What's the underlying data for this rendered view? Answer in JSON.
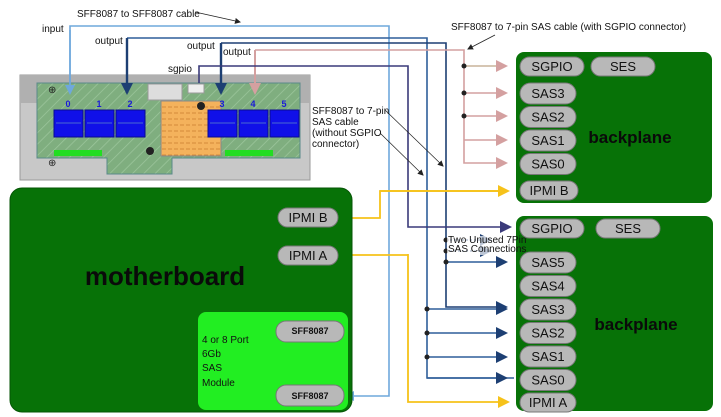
{
  "annotations": {
    "sff_cable": "SFF8087 to SFF8087 cable",
    "sgpio_cable": "SFF8087 to 7-pin SAS cable (with SGPIO connector)",
    "nosgpio_cable_lines": [
      "SFF8087 to 7-pin",
      "SAS cable",
      "(without SGPIO",
      "connector)"
    ],
    "unused_lines": [
      "Two Unused 7Pin",
      "SAS Connections"
    ]
  },
  "card": {
    "labels": {
      "input": "input",
      "output1": "output",
      "output2": "output",
      "output3": "output",
      "sgpio": "sgpio"
    },
    "ports": [
      "0",
      "1",
      "2",
      "3",
      "4",
      "5"
    ]
  },
  "motherboard": {
    "title": "motherboard",
    "ipmi_b": "IPMI B",
    "ipmi_a": "IPMI A",
    "module": {
      "lines": [
        "4 or 8 Port",
        "6Gb",
        "SAS",
        "Module"
      ],
      "port_top": "SFF8087",
      "port_bottom": "SFF8087"
    }
  },
  "backplane_top": {
    "title": "backplane",
    "sgpio": "SGPIO",
    "ses": "SES",
    "ports": [
      "SAS3",
      "SAS2",
      "SAS1",
      "SAS0"
    ],
    "ipmi": "IPMI B"
  },
  "backplane_bottom": {
    "title": "backplane",
    "sgpio": "SGPIO",
    "ses": "SES",
    "ports": [
      "SAS5",
      "SAS4",
      "SAS3",
      "SAS2",
      "SAS1",
      "SAS0"
    ],
    "ipmi": "IPMI A"
  },
  "colors": {
    "board_green": "#077207",
    "module_green": "#22ee22",
    "pill_gray": "#b8b8b8",
    "cable_light_blue": "#6fa8dc",
    "cable_blue": "#2f5f9a",
    "cable_navy": "#1d3f73",
    "cable_purple": "#3a3a7a",
    "cable_pink": "#d4a0a0",
    "cable_yellow": "#f6c21a"
  }
}
